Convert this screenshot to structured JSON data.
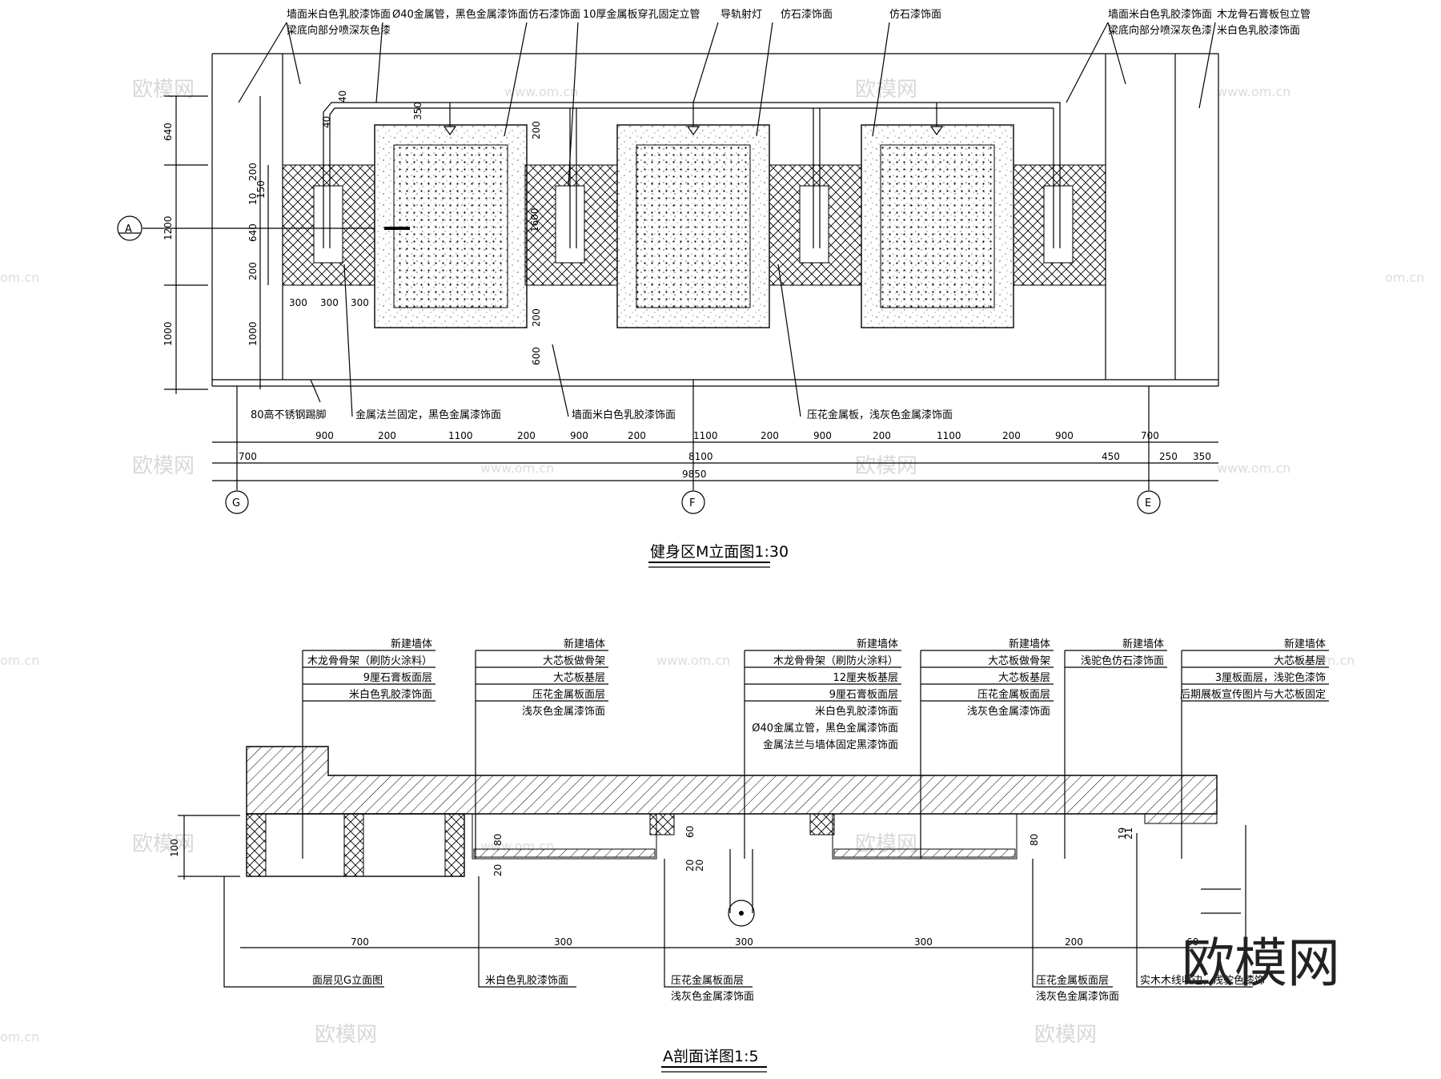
{
  "watermark": {
    "brand": "欧模网",
    "url": "www.om.cn",
    "url_short": "om.cn"
  },
  "logo": "欧模网",
  "elevation": {
    "title": "健身区M立面图1:30",
    "section_marker": "A",
    "axes": [
      "G",
      "F",
      "E"
    ],
    "top_notes": [
      [
        "墙面米白色乳胶漆饰面",
        "梁底向部分喷深灰色漆"
      ],
      [
        "Ø40金属管，黑色金属漆饰面"
      ],
      [
        "仿石漆饰面"
      ],
      [
        "10厚金属板穿孔固定立管"
      ],
      [
        "导轨射灯"
      ],
      [
        "仿石漆饰面"
      ],
      [
        "仿石漆饰面"
      ],
      [
        "墙面米白色乳胶漆饰面",
        "梁底向部分喷深灰色漆"
      ],
      [
        "木龙骨石膏板包立管",
        "米白色乳胶漆饰面"
      ]
    ],
    "bottom_notes": [
      "80高不锈钢踢脚",
      "金属法兰固定，黑色金属漆饰面",
      "墙面米白色乳胶漆饰面",
      "压花金属板，浅灰色金属漆饰面"
    ],
    "left_dims": [
      "640",
      "1200",
      "1000",
      "200",
      "10",
      "150",
      "640",
      "200",
      "1000"
    ],
    "small_dims": [
      "40",
      "40",
      "350",
      "200",
      "1600",
      "200",
      "600"
    ],
    "sub_dims": [
      "300",
      "300",
      "300"
    ],
    "row1_dims": [
      "900",
      "200",
      "1100",
      "200",
      "900",
      "200",
      "1100",
      "200",
      "900",
      "200",
      "1100",
      "200",
      "900",
      "700"
    ],
    "row2_dims": [
      "700",
      "8100",
      "450",
      "250",
      "350"
    ],
    "total_dim": "9850"
  },
  "section": {
    "title": "A剖面详图1:5",
    "top_notes": [
      [
        "新建墙体",
        "木龙骨骨架（刷防火涂料）",
        "9厘石膏板面层",
        "米白色乳胶漆饰面"
      ],
      [
        "新建墙体",
        "大芯板做骨架",
        "大芯板基层",
        "压花金属板面层",
        "浅灰色金属漆饰面"
      ],
      [
        "新建墙体",
        "木龙骨骨架（刷防火涂料）",
        "12厘夹板基层",
        "9厘石膏板面层",
        "米白色乳胶漆饰面",
        "Ø40金属立管，黑色金属漆饰面",
        "金属法兰与墙体固定黑漆饰面"
      ],
      [
        "新建墙体",
        "大芯板做骨架",
        "大芯板基层",
        "压花金属板面层",
        "浅灰色金属漆饰面"
      ],
      [
        "新建墙体",
        "浅驼色仿石漆饰面"
      ],
      [
        "新建墙体",
        "大芯板基层",
        "3厘板面层，浅驼色漆饰",
        "后期展板宣传图片与大芯板固定"
      ]
    ],
    "bottom_notes": [
      "面层见G立面图",
      "米白色乳胶漆饰面",
      "压花金属板面层",
      "浅灰色金属漆饰面",
      "压花金属板面层",
      "浅灰色金属漆饰面",
      "实木木线收边，浅驼色漆饰"
    ],
    "bottom_dims": [
      "700",
      "300",
      "300",
      "300",
      "200",
      "60"
    ],
    "vert_dims": [
      "100",
      "80",
      "20",
      "60",
      "20",
      "20",
      "80",
      "19",
      "21"
    ]
  }
}
